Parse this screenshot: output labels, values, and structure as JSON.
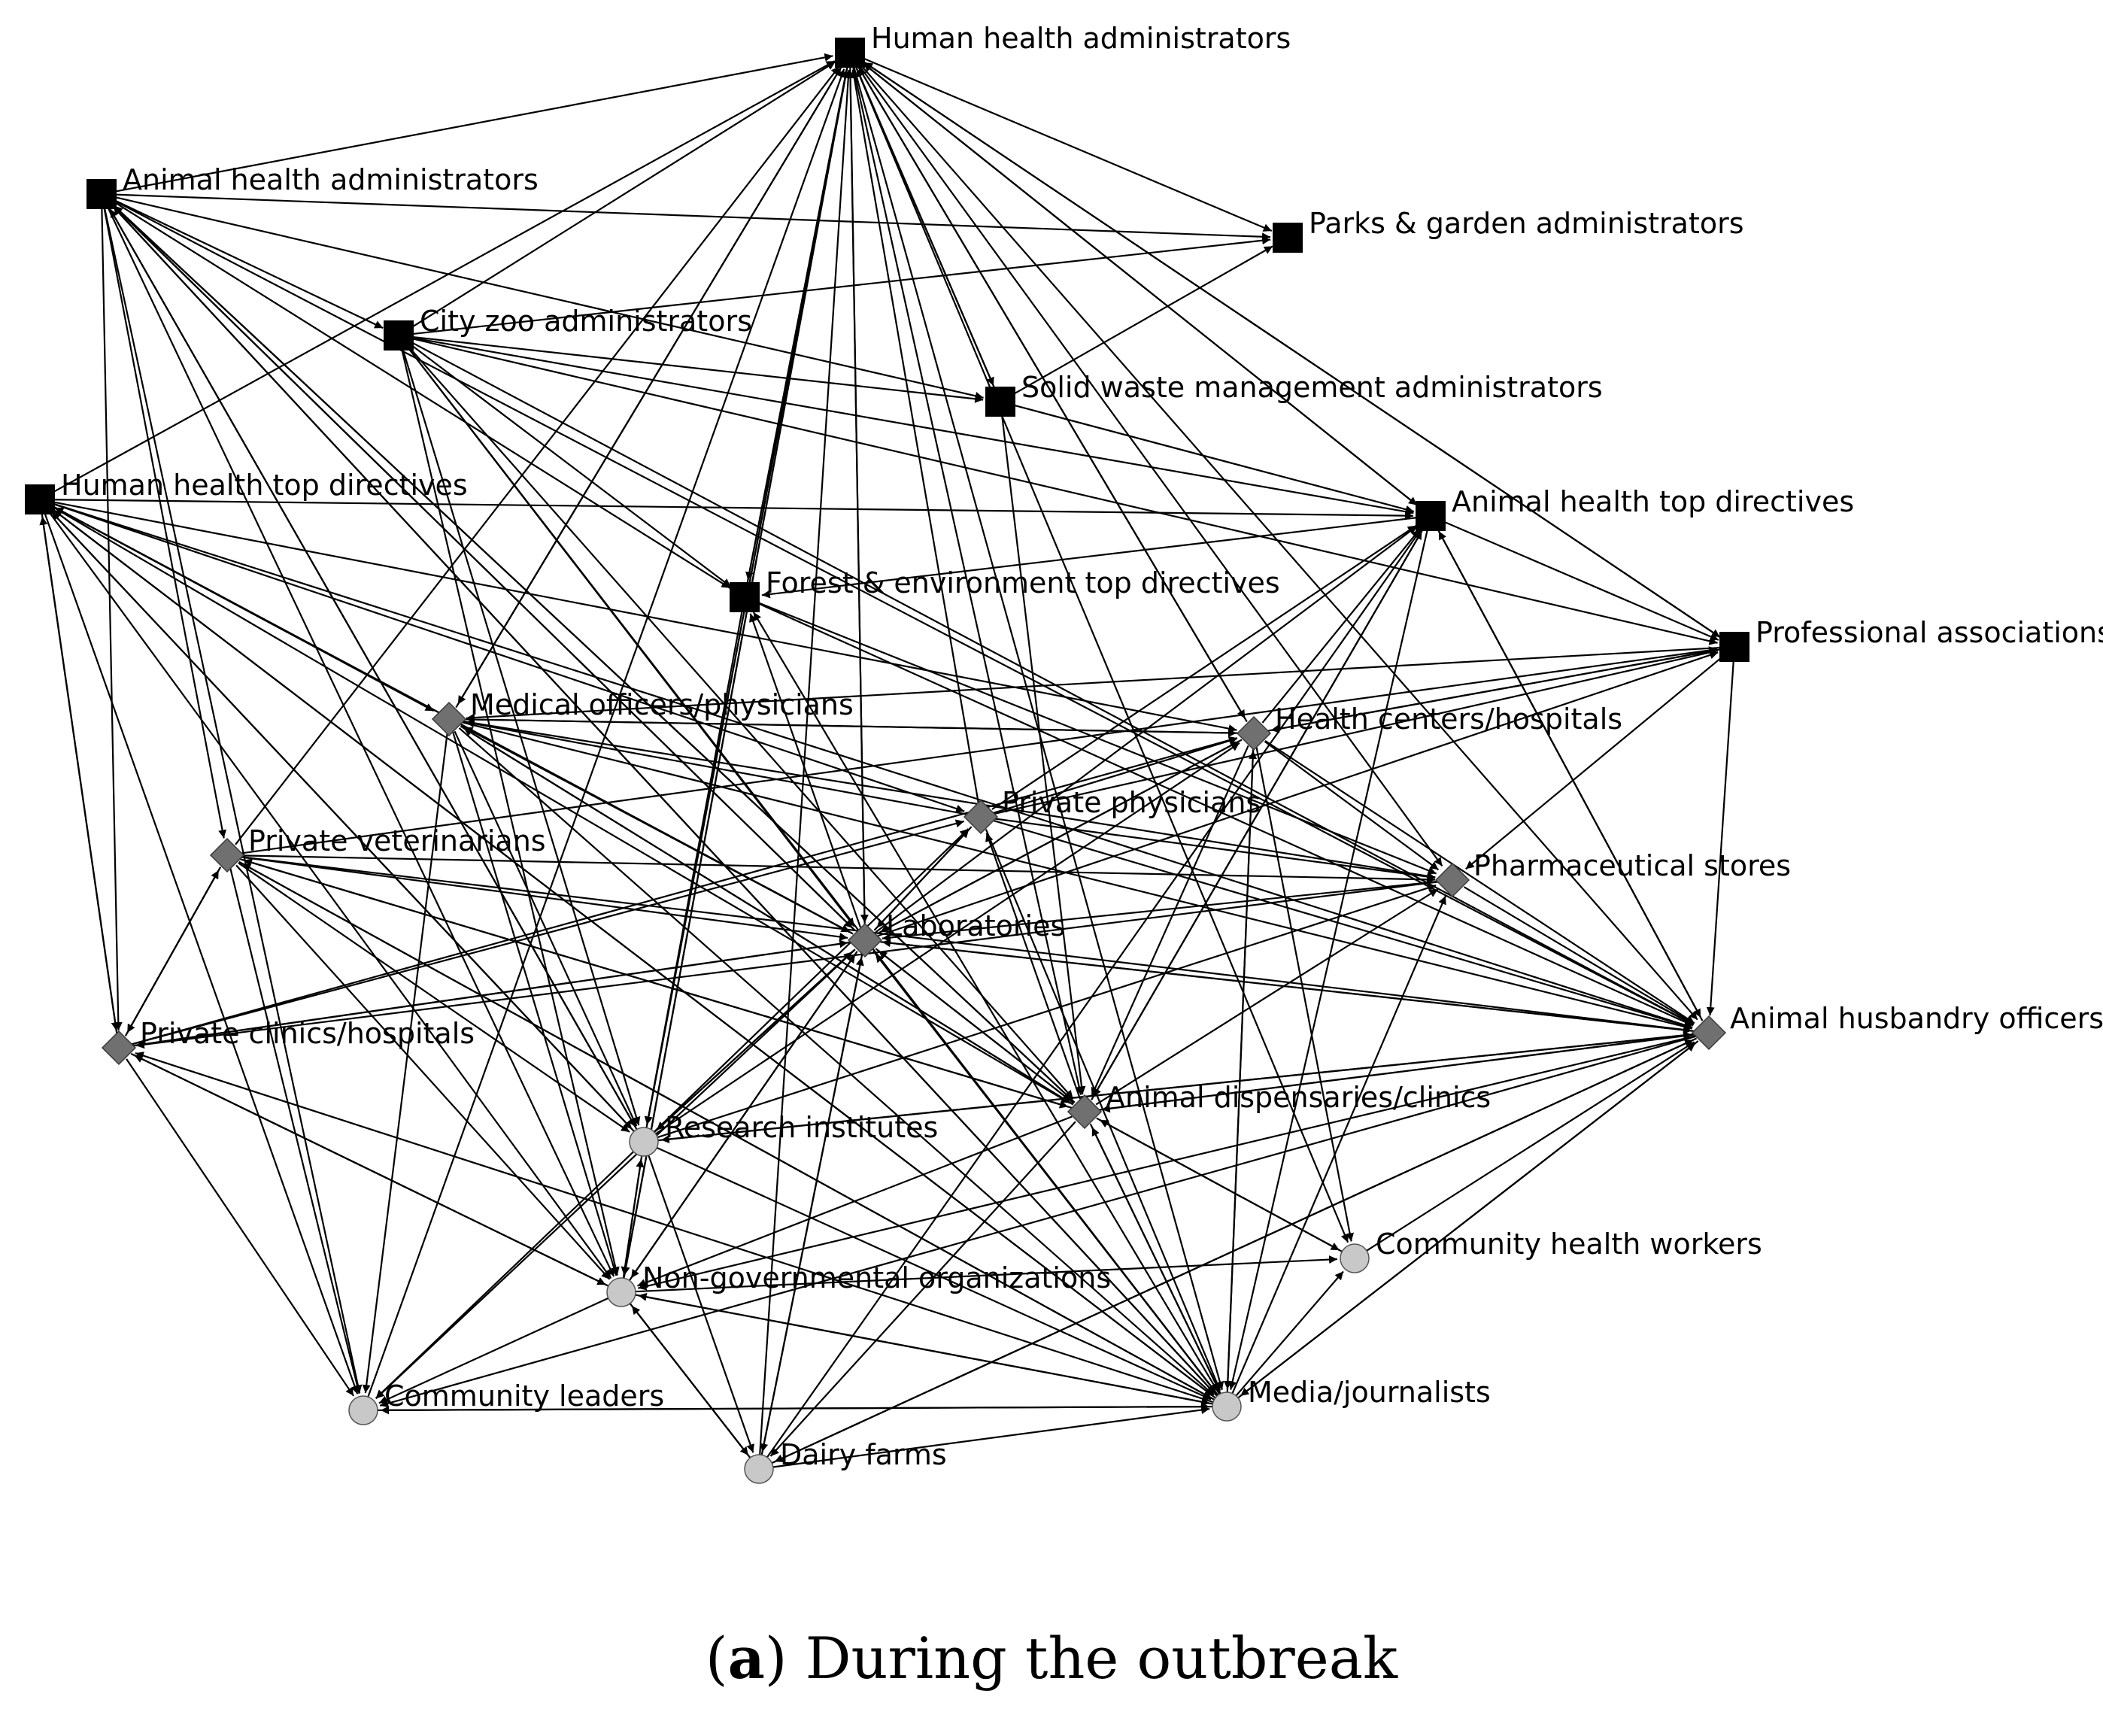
{
  "colors": {
    "administrative": "#000000",
    "service": "#707070",
    "community": "#c8c8c8",
    "edge": "#000000"
  },
  "node_shapes": {
    "administrative": "square",
    "service": "diamond",
    "community": "circle"
  },
  "nodes": [
    {
      "id": "hha",
      "label": "Human health administrators",
      "group": "administrative"
    },
    {
      "id": "aha",
      "label": "Animal health administrators",
      "group": "administrative"
    },
    {
      "id": "pga",
      "label": "Parks & garden administrators",
      "group": "administrative"
    },
    {
      "id": "cza",
      "label": "City zoo administrators",
      "group": "administrative"
    },
    {
      "id": "swm",
      "label": "Solid waste management  administrators",
      "group": "administrative"
    },
    {
      "id": "hhtd",
      "label": "Human health top directives",
      "group": "administrative"
    },
    {
      "id": "ahtd",
      "label": "Animal health top directives",
      "group": "administrative"
    },
    {
      "id": "fetd",
      "label": "Forest & environment top directives",
      "group": "administrative"
    },
    {
      "id": "pa",
      "label": "Professional associations",
      "group": "administrative"
    },
    {
      "id": "mop",
      "label": "Medical officers/physicians",
      "group": "service"
    },
    {
      "id": "hch",
      "label": "Health centers/hospitals",
      "group": "service"
    },
    {
      "id": "pp",
      "label": "Private physicians",
      "group": "service"
    },
    {
      "id": "pv",
      "label": "Private veterinarians",
      "group": "service"
    },
    {
      "id": "ps",
      "label": "Pharmaceutical stores",
      "group": "service"
    },
    {
      "id": "lab",
      "label": "Laboratories",
      "group": "service"
    },
    {
      "id": "pch",
      "label": "Private clinics/hospitals",
      "group": "service"
    },
    {
      "id": "aho",
      "label": "Animal husbandry officers",
      "group": "service"
    },
    {
      "id": "adc",
      "label": "Animal dispensaries/clinics",
      "group": "service"
    },
    {
      "id": "ri",
      "label": "Research institutes",
      "group": "community"
    },
    {
      "id": "chw",
      "label": "Community health workers",
      "group": "community"
    },
    {
      "id": "ngo",
      "label": "Non-governmental organizations",
      "group": "community"
    },
    {
      "id": "cl",
      "label": "Community leaders",
      "group": "community"
    },
    {
      "id": "mj",
      "label": "Media/journalists",
      "group": "community"
    },
    {
      "id": "df",
      "label": "Dairy farms",
      "group": "community"
    }
  ],
  "edges": [
    [
      "aha",
      "hha"
    ],
    [
      "cza",
      "hha"
    ],
    [
      "swm",
      "hha"
    ],
    [
      "hhtd",
      "hha"
    ],
    [
      "ahtd",
      "hha"
    ],
    [
      "fetd",
      "hha"
    ],
    [
      "pa",
      "hha"
    ],
    [
      "mop",
      "hha"
    ],
    [
      "pv",
      "hha"
    ],
    [
      "lab",
      "hha"
    ],
    [
      "ri",
      "hha"
    ],
    [
      "ngo",
      "hha"
    ],
    [
      "cl",
      "hha"
    ],
    [
      "df",
      "hha"
    ],
    [
      "hch",
      "hha"
    ],
    [
      "pp",
      "hha"
    ],
    [
      "hha",
      "pga"
    ],
    [
      "hha",
      "swm"
    ],
    [
      "hha",
      "ahtd"
    ],
    [
      "hha",
      "pa"
    ],
    [
      "hha",
      "mop"
    ],
    [
      "hha",
      "hch"
    ],
    [
      "hha",
      "ps"
    ],
    [
      "hha",
      "lab"
    ],
    [
      "hha",
      "adc"
    ],
    [
      "hha",
      "aho"
    ],
    [
      "hha",
      "fetd"
    ],
    [
      "hha",
      "ri"
    ],
    [
      "hha",
      "ngo"
    ],
    [
      "hha",
      "mj"
    ],
    [
      "hha",
      "chw"
    ],
    [
      "aha",
      "pga"
    ],
    [
      "aha",
      "cza"
    ],
    [
      "aha",
      "swm"
    ],
    [
      "aha",
      "fetd"
    ],
    [
      "aha",
      "pv"
    ],
    [
      "aha",
      "pch"
    ],
    [
      "aha",
      "lab"
    ],
    [
      "aha",
      "adc"
    ],
    [
      "aha",
      "ngo"
    ],
    [
      "aha",
      "mj"
    ],
    [
      "aha",
      "ri"
    ],
    [
      "aha",
      "aho"
    ],
    [
      "aha",
      "cl"
    ],
    [
      "lab",
      "aha"
    ],
    [
      "adc",
      "aha"
    ],
    [
      "ri",
      "aha"
    ],
    [
      "mj",
      "aha"
    ],
    [
      "cza",
      "pga"
    ],
    [
      "cza",
      "swm"
    ],
    [
      "cza",
      "ahtd"
    ],
    [
      "cza",
      "pa"
    ],
    [
      "cza",
      "fetd"
    ],
    [
      "cza",
      "lab"
    ],
    [
      "cza",
      "adc"
    ],
    [
      "cza",
      "mj"
    ],
    [
      "cza",
      "ri"
    ],
    [
      "cza",
      "ngo"
    ],
    [
      "cza",
      "aho"
    ],
    [
      "swm",
      "pga"
    ],
    [
      "swm",
      "ahtd"
    ],
    [
      "swm",
      "adc"
    ],
    [
      "hhtd",
      "ahtd"
    ],
    [
      "hhtd",
      "mop"
    ],
    [
      "hhtd",
      "hch"
    ],
    [
      "hhtd",
      "pch"
    ],
    [
      "hhtd",
      "lab"
    ],
    [
      "hhtd",
      "adc"
    ],
    [
      "hhtd",
      "aho"
    ],
    [
      "hhtd",
      "ngo"
    ],
    [
      "hhtd",
      "cl"
    ],
    [
      "hhtd",
      "mj"
    ],
    [
      "hhtd",
      "pp"
    ],
    [
      "hhtd",
      "ri"
    ],
    [
      "pch",
      "hhtd"
    ],
    [
      "lab",
      "hhtd"
    ],
    [
      "ri",
      "hhtd"
    ],
    [
      "mj",
      "hhtd"
    ],
    [
      "ahtd",
      "pa"
    ],
    [
      "ahtd",
      "fetd"
    ],
    [
      "ahtd",
      "aho"
    ],
    [
      "ahtd",
      "adc"
    ],
    [
      "ahtd",
      "mj"
    ],
    [
      "lab",
      "ahtd"
    ],
    [
      "pp",
      "ahtd"
    ],
    [
      "hch",
      "ahtd"
    ],
    [
      "aho",
      "ahtd"
    ],
    [
      "df",
      "ahtd"
    ],
    [
      "adc",
      "ahtd"
    ],
    [
      "pa",
      "aho"
    ],
    [
      "pa",
      "ps"
    ],
    [
      "pa",
      "hch"
    ],
    [
      "pa",
      "mop"
    ],
    [
      "lab",
      "pa"
    ],
    [
      "pv",
      "pa"
    ],
    [
      "hch",
      "pa"
    ],
    [
      "pp",
      "pa"
    ],
    [
      "fetd",
      "ri"
    ],
    [
      "fetd",
      "aho"
    ],
    [
      "fetd",
      "ps"
    ],
    [
      "lab",
      "fetd"
    ],
    [
      "mj",
      "fetd"
    ],
    [
      "mop",
      "hch"
    ],
    [
      "mop",
      "lab"
    ],
    [
      "mop",
      "ps"
    ],
    [
      "mop",
      "aho"
    ],
    [
      "mop",
      "ri"
    ],
    [
      "mop",
      "ngo"
    ],
    [
      "mop",
      "adc"
    ],
    [
      "mop",
      "cl"
    ],
    [
      "mop",
      "mj"
    ],
    [
      "lab",
      "mop"
    ],
    [
      "hch",
      "mop"
    ],
    [
      "pp",
      "mop"
    ],
    [
      "adc",
      "mop"
    ],
    [
      "hch",
      "lab"
    ],
    [
      "hch",
      "ps"
    ],
    [
      "hch",
      "chw"
    ],
    [
      "hch",
      "aho"
    ],
    [
      "hch",
      "mj"
    ],
    [
      "hch",
      "adc"
    ],
    [
      "lab",
      "hch"
    ],
    [
      "pp",
      "hch"
    ],
    [
      "ri",
      "hch"
    ],
    [
      "mj",
      "hch"
    ],
    [
      "pch",
      "hch"
    ],
    [
      "pp",
      "lab"
    ],
    [
      "pp",
      "ps"
    ],
    [
      "pp",
      "aho"
    ],
    [
      "pp",
      "mj"
    ],
    [
      "lab",
      "pp"
    ],
    [
      "ri",
      "pp"
    ],
    [
      "pch",
      "pp"
    ],
    [
      "adc",
      "pp"
    ],
    [
      "pv",
      "lab"
    ],
    [
      "pv",
      "ps"
    ],
    [
      "pv",
      "pch"
    ],
    [
      "pv",
      "aho"
    ],
    [
      "pv",
      "ri"
    ],
    [
      "pv",
      "cl"
    ],
    [
      "pv",
      "ngo"
    ],
    [
      "pv",
      "mj"
    ],
    [
      "pv",
      "adc"
    ],
    [
      "pch",
      "pv"
    ],
    [
      "adc",
      "pv"
    ],
    [
      "mj",
      "pv"
    ],
    [
      "ps",
      "aho"
    ],
    [
      "ps",
      "lab"
    ],
    [
      "ps",
      "pch"
    ],
    [
      "ri",
      "ps"
    ],
    [
      "adc",
      "ps"
    ],
    [
      "mj",
      "ps"
    ],
    [
      "lab",
      "adc"
    ],
    [
      "lab",
      "aho"
    ],
    [
      "lab",
      "ri"
    ],
    [
      "lab",
      "ngo"
    ],
    [
      "lab",
      "pch"
    ],
    [
      "lab",
      "mj"
    ],
    [
      "lab",
      "cl"
    ],
    [
      "lab",
      "df"
    ],
    [
      "ri",
      "lab"
    ],
    [
      "adc",
      "lab"
    ],
    [
      "aho",
      "lab"
    ],
    [
      "df",
      "lab"
    ],
    [
      "ngo",
      "lab"
    ],
    [
      "mj",
      "lab"
    ],
    [
      "pch",
      "lab"
    ],
    [
      "pch",
      "cl"
    ],
    [
      "pch",
      "ngo"
    ],
    [
      "ngo",
      "pch"
    ],
    [
      "mj",
      "pch"
    ],
    [
      "adc",
      "aho"
    ],
    [
      "adc",
      "chw"
    ],
    [
      "adc",
      "mj"
    ],
    [
      "adc",
      "df"
    ],
    [
      "adc",
      "ngo"
    ],
    [
      "mj",
      "adc"
    ],
    [
      "chw",
      "adc"
    ],
    [
      "aho",
      "adc"
    ],
    [
      "aho",
      "ri"
    ],
    [
      "aho",
      "ngo"
    ],
    [
      "aho",
      "mj"
    ],
    [
      "aho",
      "df"
    ],
    [
      "aho",
      "cl"
    ],
    [
      "ri",
      "aho"
    ],
    [
      "mj",
      "aho"
    ],
    [
      "chw",
      "aho"
    ],
    [
      "df",
      "aho"
    ],
    [
      "ri",
      "ngo"
    ],
    [
      "ri",
      "df"
    ],
    [
      "ri",
      "cl"
    ],
    [
      "ri",
      "mj"
    ],
    [
      "ngo",
      "ri"
    ],
    [
      "ngo",
      "chw"
    ],
    [
      "ngo",
      "mj"
    ],
    [
      "ngo",
      "df"
    ],
    [
      "ngo",
      "cl"
    ],
    [
      "mj",
      "ngo"
    ],
    [
      "df",
      "ngo"
    ],
    [
      "cl",
      "mj"
    ],
    [
      "mj",
      "cl"
    ],
    [
      "mj",
      "chw"
    ],
    [
      "df",
      "mj"
    ]
  ],
  "caption": {
    "tag": "a",
    "open": "(",
    "close": ")",
    "text": " During the outbreak"
  }
}
